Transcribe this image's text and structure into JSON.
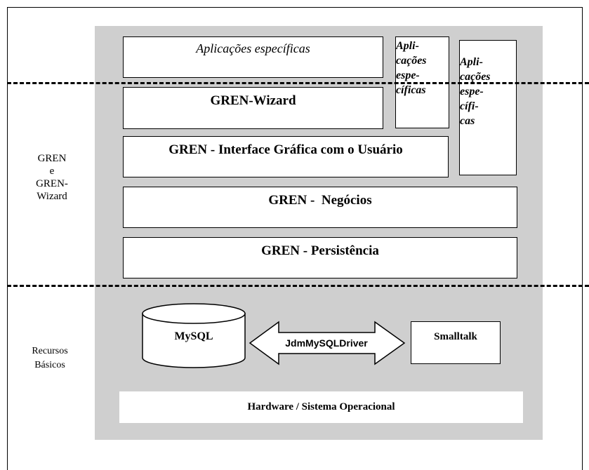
{
  "side_labels": {
    "upper": [
      "GREN",
      "e",
      "GREN-",
      "Wizard"
    ],
    "lower": [
      "Recursos",
      "Básicos"
    ]
  },
  "layers": {
    "apps_main": "Aplicações específicas",
    "apps_small_1": [
      "Apli-",
      "cações",
      "espe-",
      "cíficas"
    ],
    "apps_small_2": [
      "Apli-",
      "cações",
      "espe-",
      "cífi-",
      "cas"
    ],
    "wizard": "GREN-Wizard",
    "gui": "GREN - Interface Gráfica com o Usuário",
    "business": "GREN -  Negócios",
    "persistence": "GREN - Persistência"
  },
  "resources": {
    "database": "MySQL",
    "driver": "JdmMySQLDriver",
    "runtime": "Smalltalk",
    "hardware": "Hardware / Sistema Operacional"
  }
}
